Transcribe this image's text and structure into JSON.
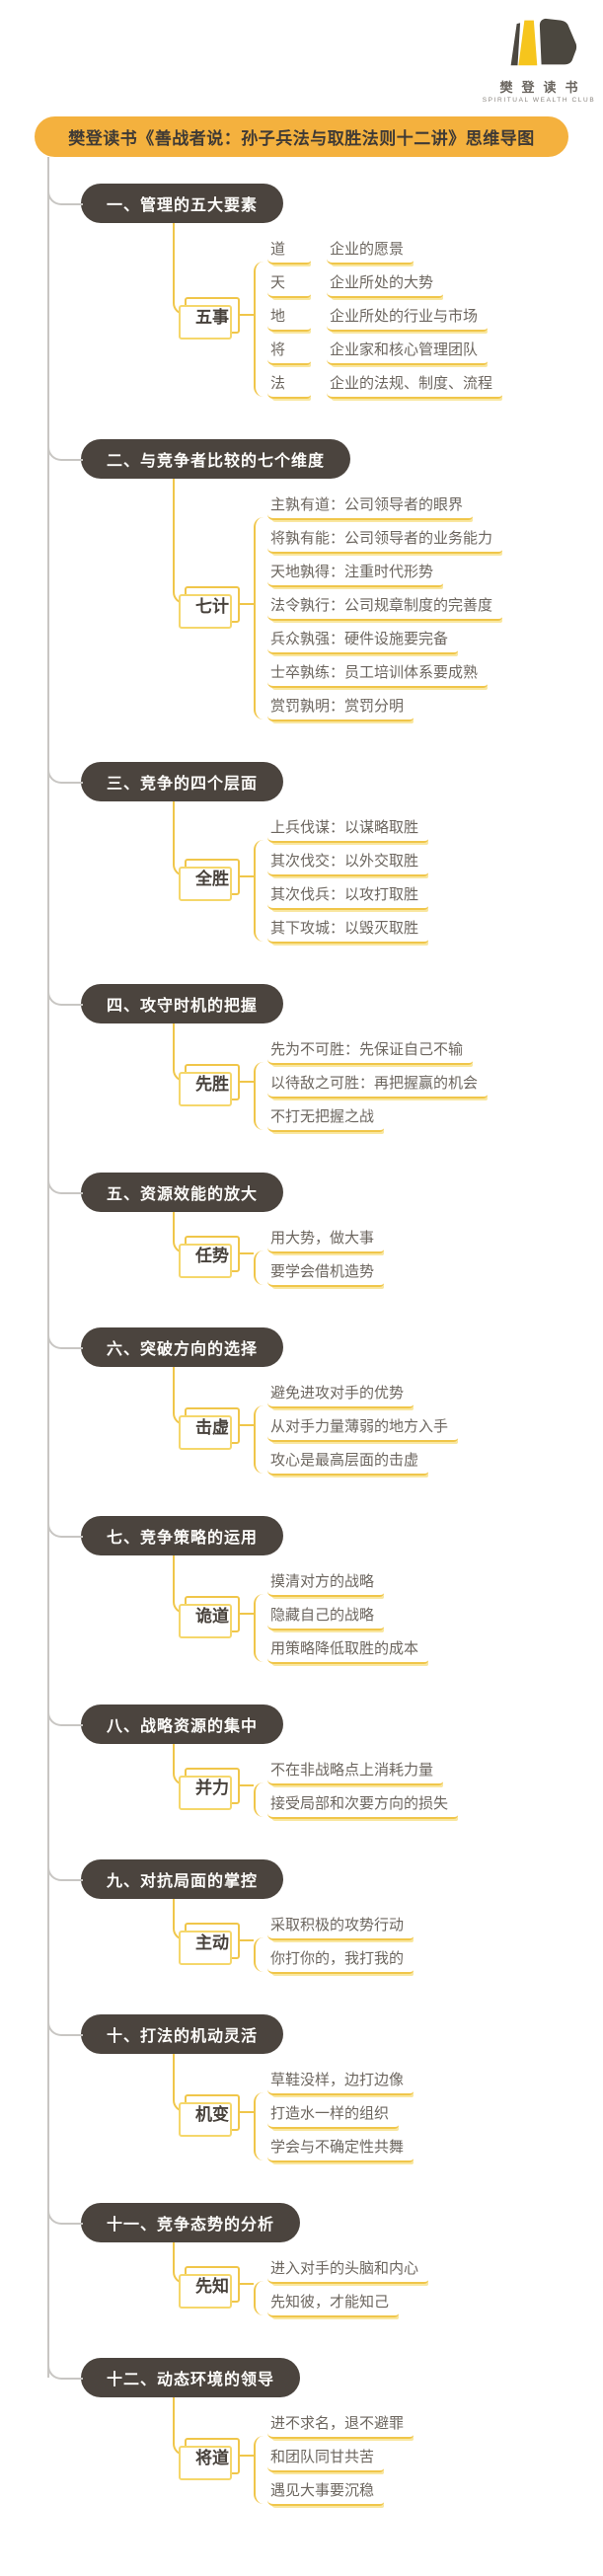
{
  "logo": {
    "icon": "book-mountain-logo-icon",
    "brand": "樊登读书",
    "tagline": "SPIRITUAL WEALTH CLUB"
  },
  "header": {
    "title": "樊登读书《善战者说：孙子兵法与取胜法则十二讲》思维导图"
  },
  "colors": {
    "banner_amber": "#f4b13e",
    "logo_yellow": "#f6c51d",
    "branch_yellow": "#f0c64a",
    "branch_yellow_light": "#f9e7a0",
    "pill_dark": "#4b443e",
    "leaf_text": "#6c665f",
    "trunk_gray": "#c8c6c3"
  },
  "sections": [
    {
      "title": "一、管理的五大要素",
      "subnode": "五事",
      "children": [
        {
          "label": "道",
          "desc": "企业的愿景"
        },
        {
          "label": "天",
          "desc": "企业所处的大势"
        },
        {
          "label": "地",
          "desc": "企业所处的行业与市场"
        },
        {
          "label": "将",
          "desc": "企业家和核心管理团队"
        },
        {
          "label": "法",
          "desc": "企业的法规、制度、流程"
        }
      ]
    },
    {
      "title": "二、与竞争者比较的七个维度",
      "subnode": "七计",
      "children": [
        {
          "text": "主孰有道：公司领导者的眼界"
        },
        {
          "text": "将孰有能：公司领导者的业务能力"
        },
        {
          "text": "天地孰得：注重时代形势"
        },
        {
          "text": "法令孰行：公司规章制度的完善度"
        },
        {
          "text": "兵众孰强：硬件设施要完备"
        },
        {
          "text": "士卒孰练：员工培训体系要成熟"
        },
        {
          "text": "赏罚孰明：赏罚分明"
        }
      ]
    },
    {
      "title": "三、竞争的四个层面",
      "subnode": "全胜",
      "children": [
        {
          "text": "上兵伐谋：以谋略取胜"
        },
        {
          "text": "其次伐交：以外交取胜"
        },
        {
          "text": "其次伐兵：以攻打取胜"
        },
        {
          "text": "其下攻城：以毁灭取胜"
        }
      ]
    },
    {
      "title": "四、攻守时机的把握",
      "subnode": "先胜",
      "children": [
        {
          "text": "先为不可胜：先保证自己不输"
        },
        {
          "text": "以待敌之可胜：再把握赢的机会"
        },
        {
          "text": "不打无把握之战"
        }
      ]
    },
    {
      "title": "五、资源效能的放大",
      "subnode": "任势",
      "children": [
        {
          "text": "用大势，做大事"
        },
        {
          "text": "要学会借机造势"
        }
      ]
    },
    {
      "title": "六、突破方向的选择",
      "subnode": "击虚",
      "children": [
        {
          "text": "避免进攻对手的优势"
        },
        {
          "text": "从对手力量薄弱的地方入手"
        },
        {
          "text": "攻心是最高层面的击虚"
        }
      ]
    },
    {
      "title": "七、竞争策略的运用",
      "subnode": "诡道",
      "children": [
        {
          "text": "摸清对方的战略"
        },
        {
          "text": "隐藏自己的战略"
        },
        {
          "text": "用策略降低取胜的成本"
        }
      ]
    },
    {
      "title": "八、战略资源的集中",
      "subnode": "并力",
      "children": [
        {
          "text": "不在非战略点上消耗力量"
        },
        {
          "text": "接受局部和次要方向的损失"
        }
      ]
    },
    {
      "title": "九、对抗局面的掌控",
      "subnode": "主动",
      "children": [
        {
          "text": "采取积极的攻势行动"
        },
        {
          "text": "你打你的，我打我的"
        }
      ]
    },
    {
      "title": "十、打法的机动灵活",
      "subnode": "机变",
      "children": [
        {
          "text": "草鞋没样，边打边像"
        },
        {
          "text": "打造水一样的组织"
        },
        {
          "text": "学会与不确定性共舞"
        }
      ]
    },
    {
      "title": "十一、竞争态势的分析",
      "subnode": "先知",
      "children": [
        {
          "text": "进入对手的头脑和内心"
        },
        {
          "text": "先知彼，才能知己"
        }
      ]
    },
    {
      "title": "十二、动态环境的领导",
      "subnode": "将道",
      "children": [
        {
          "text": "进不求名，退不避罪"
        },
        {
          "text": "和团队同甘共苦"
        },
        {
          "text": "遇见大事要沉稳"
        }
      ]
    }
  ]
}
